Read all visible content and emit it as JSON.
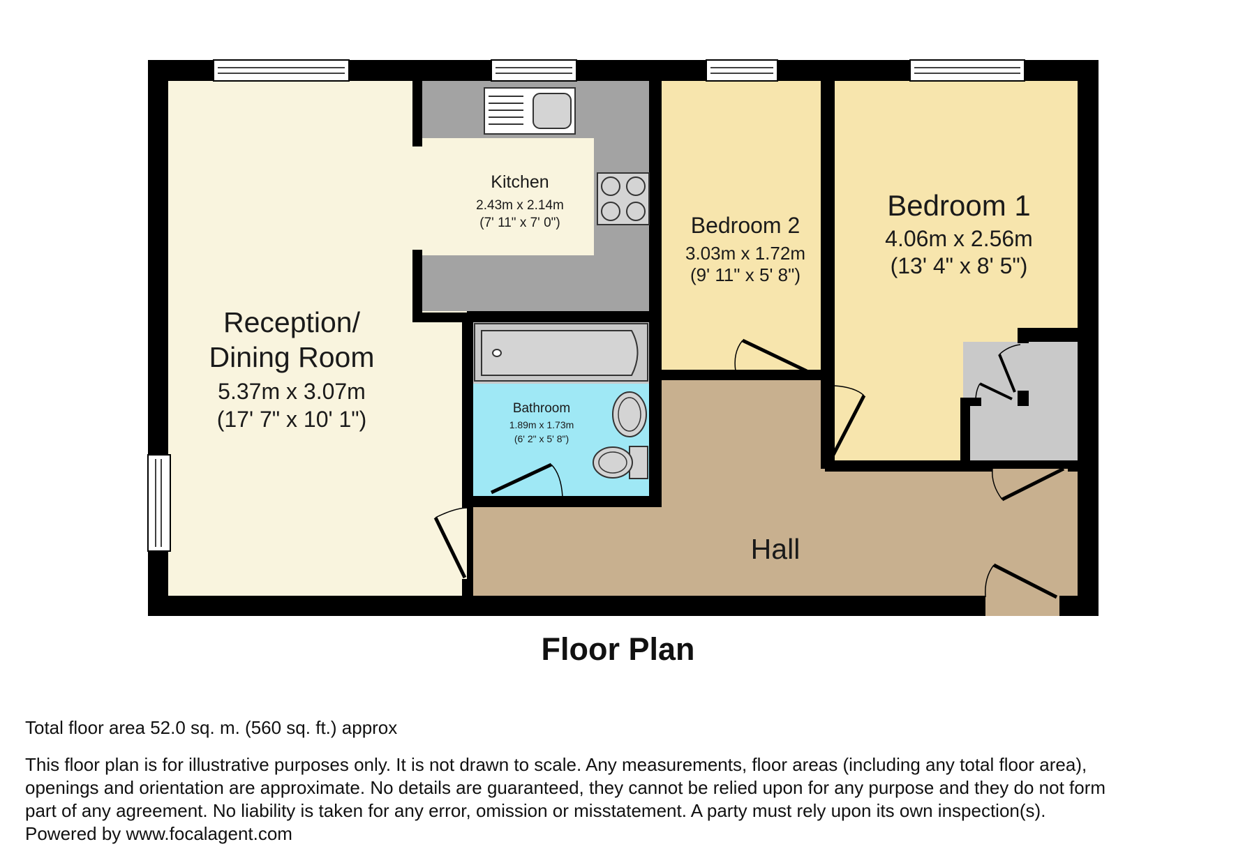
{
  "rooms": {
    "reception": {
      "name_line1": "Reception/",
      "name_line2": "Dining Room",
      "metric": "5.37m x 3.07m",
      "imperial": "(17' 7\" x 10' 1\")"
    },
    "kitchen": {
      "name": "Kitchen",
      "metric": "2.43m x 2.14m",
      "imperial": "(7' 11\" x 7' 0\")"
    },
    "bedroom2": {
      "name": "Bedroom 2",
      "metric": "3.03m x 1.72m",
      "imperial": "(9' 11\" x 5' 8\")"
    },
    "bedroom1": {
      "name": "Bedroom 1",
      "metric": "4.06m x 2.56m",
      "imperial": "(13' 4\" x 8' 5\")"
    },
    "bathroom": {
      "name": "Bathroom",
      "metric": "1.89m x 1.73m",
      "imperial": "(6' 2\" x 5' 8\")"
    },
    "hall": {
      "name": "Hall"
    }
  },
  "title": "Floor Plan",
  "total_area": "Total floor area 52.0 sq. m. (560 sq. ft.) approx",
  "disclaimer": {
    "line1": "This floor plan is for illustrative purposes only. It is not drawn to scale. Any measurements, floor areas (including any total floor area),",
    "line2": "openings and orientation are approximate. No details are guaranteed, they cannot be relied upon for any purpose and they do not form",
    "line3": "part of any agreement. No liability is taken for any error, omission or misstatement. A party must rely upon its own inspection(s).",
    "line4": "Powered by www.focalagent.com"
  },
  "colors": {
    "wall": "#000000",
    "reception": "#f9f4de",
    "kitchen_fill": "#f9f4de",
    "kitchen_counter": "#a3a3a3",
    "bedroom": "#f7e5ad",
    "bathroom": "#9fe8f5",
    "hall": "#c8b08f",
    "cupboard": "#c9c9c9"
  }
}
